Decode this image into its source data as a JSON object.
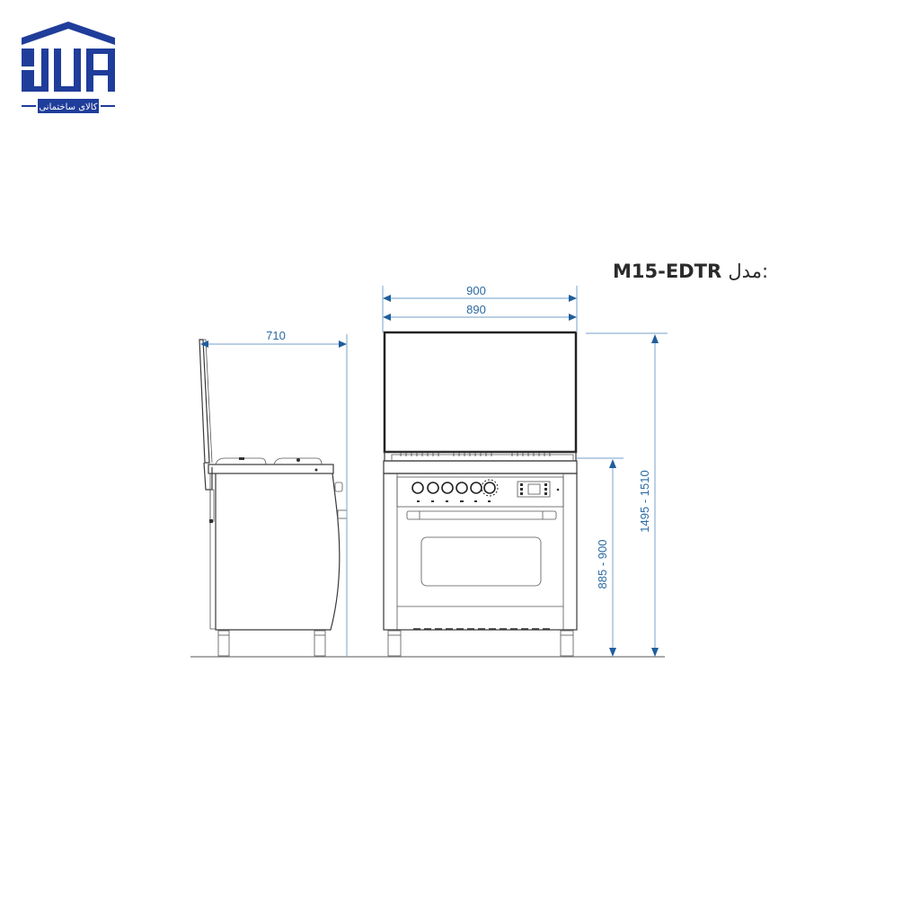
{
  "logo": {
    "icon": "building-logo-icon",
    "tagline": "کالای ساختمانی",
    "color": "#1f3d9a"
  },
  "model": {
    "label": "مدل:",
    "value": "M15-EDTR"
  },
  "dimensions": {
    "depth": "710",
    "outer_width": "900",
    "inner_width": "890",
    "counter_height": "885 - 900",
    "total_height": "1495 - 1510",
    "unit_color": "#2a6aa3",
    "arrow_color": "#1f5f9e"
  },
  "views": {
    "side": "side-view",
    "front": "front-view"
  }
}
